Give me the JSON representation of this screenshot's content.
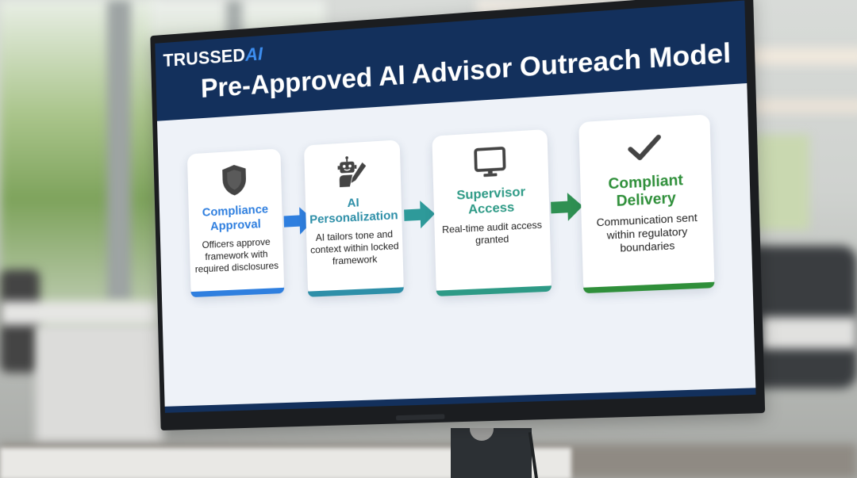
{
  "slide": {
    "logo": {
      "text": "TRUSSED",
      "ai_mark": "AI"
    },
    "title": "Pre-Approved AI Advisor Outreach Model",
    "steps": [
      {
        "icon": "shield-icon",
        "title": "Compliance Approval",
        "title_lines": [
          "Compliance",
          "Approval"
        ],
        "description": "Officers approve framework with required disclosures",
        "accent": "#2f7fdf"
      },
      {
        "icon": "robot-pen-icon",
        "title": "AI Personalization",
        "title_lines": [
          "AI",
          "Personalization"
        ],
        "description": "AI tailors tone and context within locked framework",
        "accent": "#2e8fa8"
      },
      {
        "icon": "monitor-icon",
        "title": "Supervisor Access",
        "title_lines": [
          "Supervisor",
          "Access"
        ],
        "description": "Real-time audit access granted",
        "accent": "#2e9a86"
      },
      {
        "icon": "checkmark-icon",
        "title": "Compliant Delivery",
        "title_lines": [
          "Compliant",
          "Delivery"
        ],
        "description": "Communication sent within regulatory boundaries",
        "accent": "#2f8f3a"
      }
    ],
    "arrows": [
      {
        "color": "#2f7fdf"
      },
      {
        "color": "#2e9a9a"
      },
      {
        "color": "#2f9052"
      }
    ],
    "colors": {
      "header": "#13305c",
      "screen_bg": "#eef2f8",
      "logo_accent": "#3d8ef0"
    }
  }
}
